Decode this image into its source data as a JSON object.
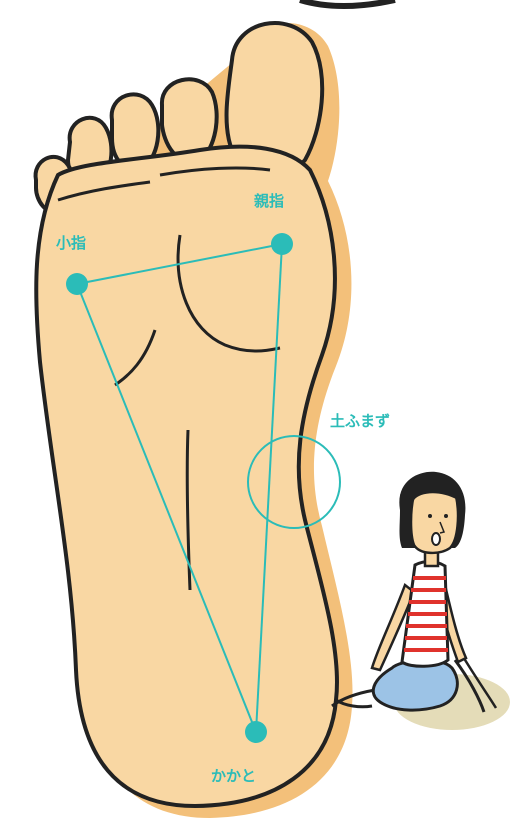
{
  "labels": {
    "big_toe": "親指",
    "little_toe": "小指",
    "arch": "土ふまず",
    "heel": "かかと"
  },
  "colors": {
    "accent": "#2bbcb8",
    "skin": "#f9d7a3",
    "shadow": "#f3c07a",
    "outline": "#222222",
    "shirt_red": "#e0322c",
    "skirt_blue": "#9cc3e6",
    "ground": "#e4dcb8"
  },
  "points": [
    "big-toe-point",
    "little-toe-point",
    "heel-point"
  ],
  "icons": [
    "foot-sole-illustration",
    "seated-girl-illustration"
  ]
}
